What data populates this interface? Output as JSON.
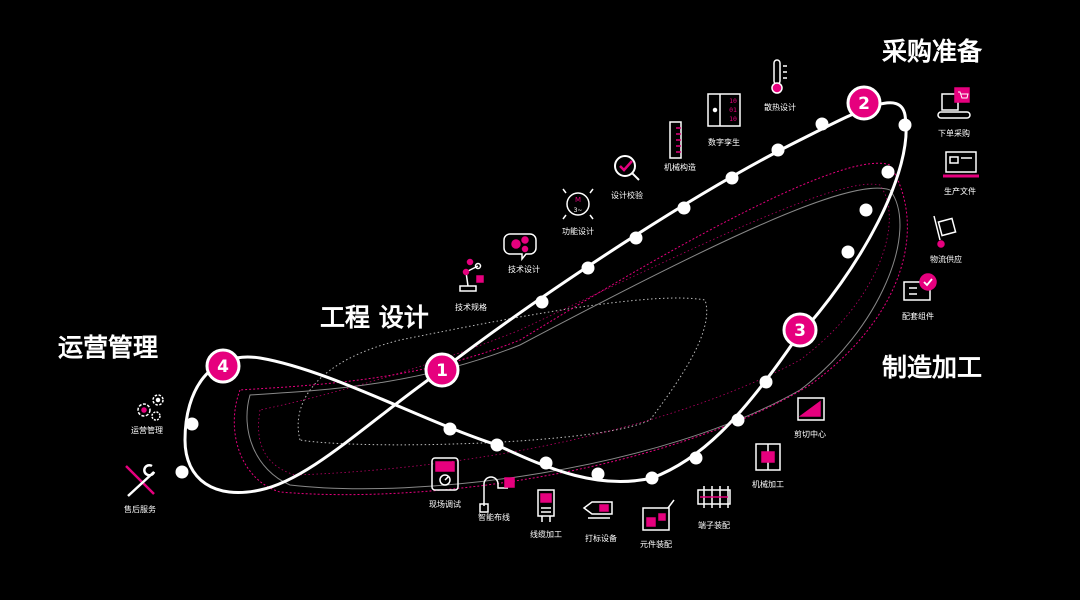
{
  "phases": {
    "p1": {
      "num": "1",
      "title": "工程 设计"
    },
    "p2": {
      "num": "2",
      "title": "采购准备"
    },
    "p3": {
      "num": "3",
      "title": "制造加工"
    },
    "p4": {
      "num": "4",
      "title": "运营管理"
    }
  },
  "steps": {
    "tech_spec": "技术规格",
    "tech_design": "技术设计",
    "function_design": "功能设计",
    "design_check": "设计校验",
    "mechanical": "机械构造",
    "digital_twin": "数字孪生",
    "heat_design": "散热设计",
    "order_purchase": "下单采购",
    "production_docs": "生产文件",
    "logistics": "物流供应",
    "kit_parts": "配套组件",
    "cutting_center": "剪切中心",
    "machining": "机械加工",
    "terminal_assembly": "端子装配",
    "component_assembly": "元件装配",
    "marking_device": "打标设备",
    "wire_processing": "线缆加工",
    "smart_wiring": "智能布线",
    "site_debug": "现场调试",
    "ops_management": "运营管理",
    "after_sales": "售后服务"
  },
  "colors": {
    "accent": "#e6007e",
    "line": "#ffffff",
    "background": "#000000"
  },
  "icons": {
    "tech_spec": "robot-arm-icon",
    "tech_design": "speech-bubble-gears-icon",
    "function_design": "motor-icon",
    "design_check": "magnifier-check-icon",
    "mechanical": "ruler-icon",
    "digital_twin": "binary-cabinet-icon",
    "heat_design": "thermometer-icon",
    "order_purchase": "shopping-cart-conveyor-icon",
    "production_docs": "monitor-icon",
    "logistics": "hand-truck-box-icon",
    "kit_parts": "checked-document-icon",
    "cutting_center": "cutting-machine-icon",
    "machining": "cabinet-icon",
    "terminal_assembly": "terminal-block-icon",
    "component_assembly": "component-board-icon",
    "marking_device": "marker-label-icon",
    "wire_processing": "wire-processor-icon",
    "smart_wiring": "cable-icon",
    "site_debug": "multimeter-icon",
    "ops_management": "gears-icon",
    "after_sales": "wrench-screwdriver-icon"
  }
}
